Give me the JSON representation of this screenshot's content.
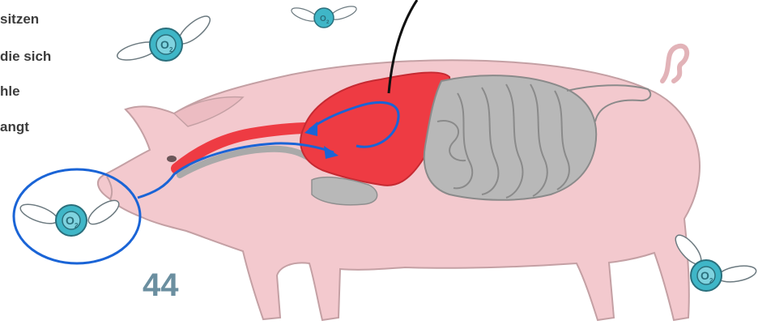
{
  "text": {
    "lines": [
      "sitzen",
      "die sich",
      "hle",
      "angt"
    ]
  },
  "page_number": "44",
  "oxygen_label": "O",
  "oxygen_subscript": "2",
  "colors": {
    "pig_body": "#f3c9ce",
    "pig_outline": "#c4a0a4",
    "lung": "#ee3b43",
    "gut": "#b8b8b8",
    "arrow": "#1a64d6",
    "molecule": "#3fb6c7",
    "page_number": "#6b8fa0"
  }
}
